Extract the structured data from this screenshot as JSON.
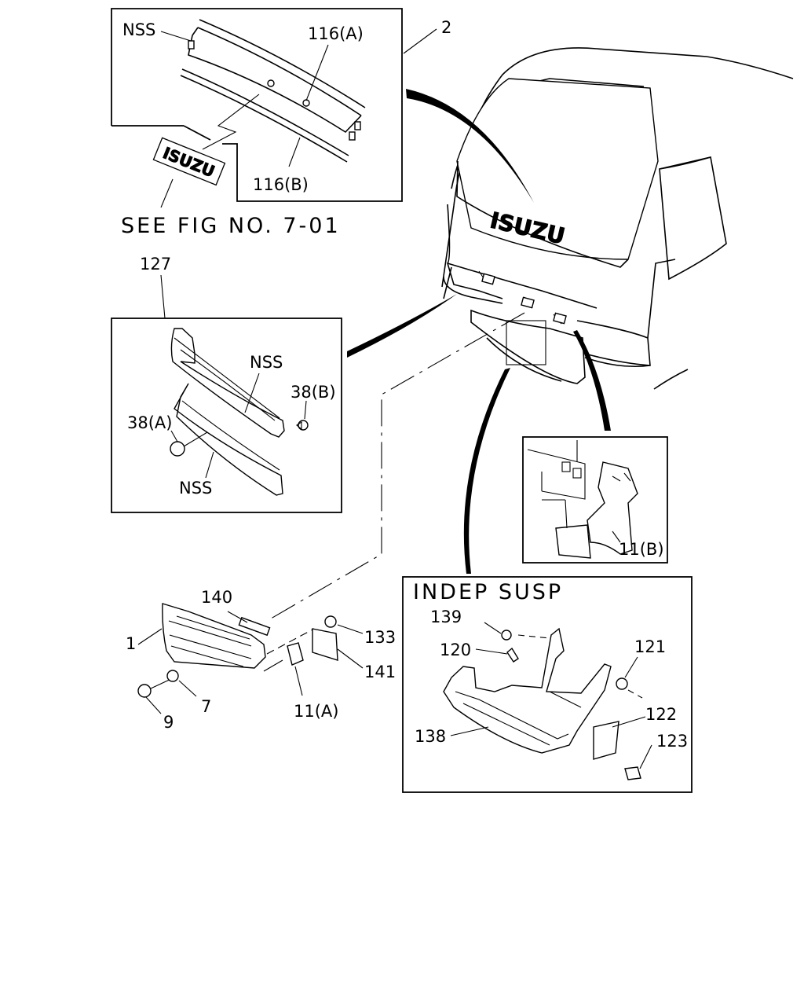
{
  "labels": {
    "nss_top": "NSS",
    "p116a": "116(A)",
    "p116b": "116(B)",
    "p2": "2",
    "see_fig": "SEE FIG NO. 7-01",
    "p127": "127",
    "nss_mid_upper": "NSS",
    "p38b": "38(B)",
    "p38a": "38(A)",
    "nss_mid_lower": "NSS",
    "p11b": "11(B)",
    "p140": "140",
    "p1": "1",
    "p133": "133",
    "p141": "141",
    "p9": "9",
    "p7": "7",
    "p11a": "11(A)",
    "indep_susp": "INDEP SUSP",
    "p139": "139",
    "p120": "120",
    "p121": "121",
    "p122": "122",
    "p123": "123",
    "p138": "138"
  },
  "logo_text": "ISUZU"
}
